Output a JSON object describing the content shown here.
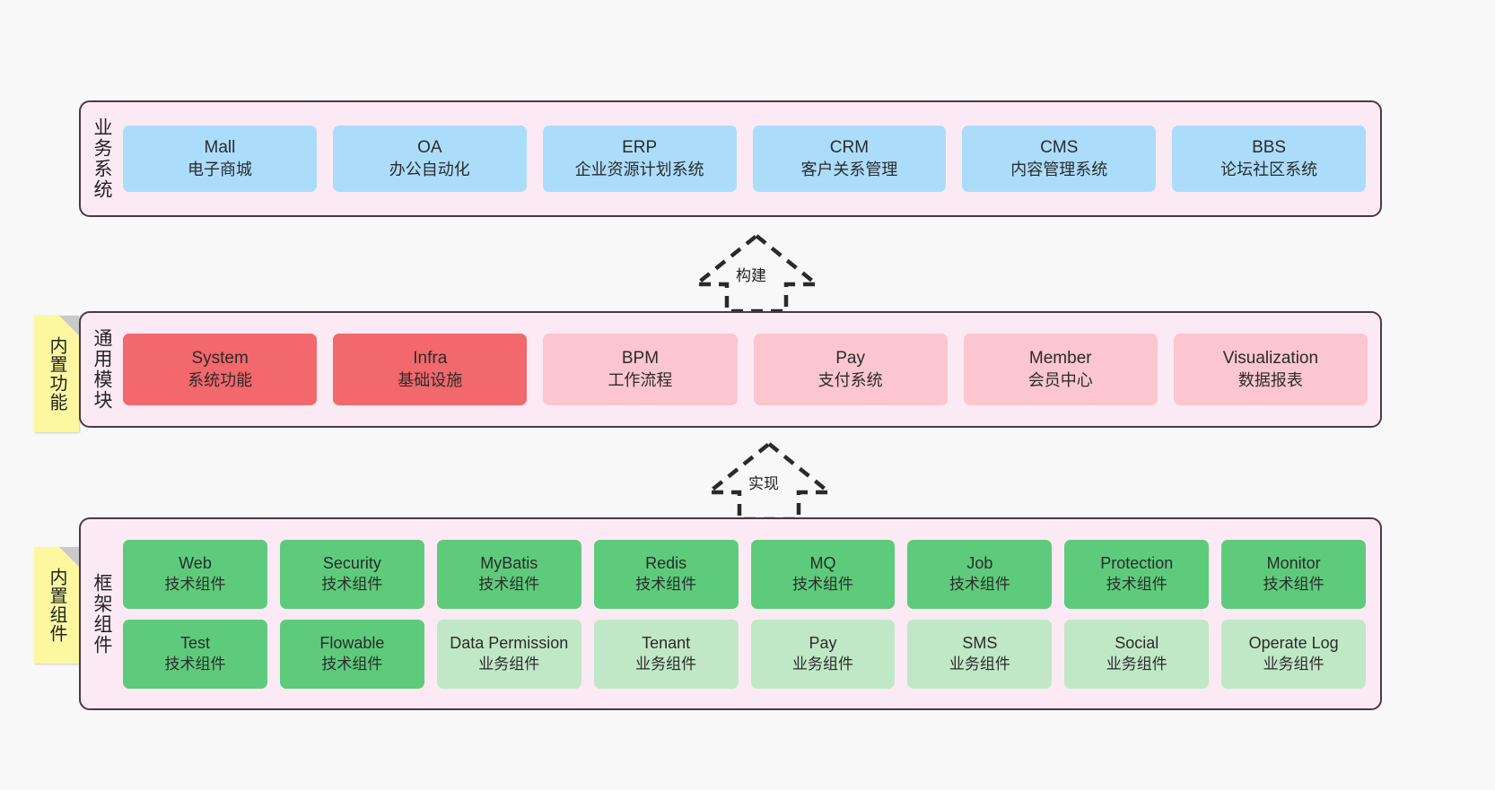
{
  "diagram": {
    "background_color": "#f8f8f8",
    "panel_color": "#fbeaf4",
    "panel_border_color": "#4a3a45",
    "sticky_color": "#fbf8a0"
  },
  "layers": {
    "business": {
      "title": "业务系统",
      "accent": "#abddfb",
      "cells": [
        {
          "name": "Mall",
          "sub": "电子商城"
        },
        {
          "name": "OA",
          "sub": "办公自动化"
        },
        {
          "name": "ERP",
          "sub": "企业资源计划系统"
        },
        {
          "name": "CRM",
          "sub": "客户关系管理"
        },
        {
          "name": "CMS",
          "sub": "内容管理系统"
        },
        {
          "name": "BBS",
          "sub": "论坛社区系统"
        }
      ]
    },
    "common": {
      "title": "通用模块",
      "sticky": "内置功能",
      "accent_strong": "#f2686c",
      "accent_soft": "#fbc6cf",
      "cells": [
        {
          "name": "System",
          "sub": "系统功能",
          "tone": "strong"
        },
        {
          "name": "Infra",
          "sub": "基础设施",
          "tone": "strong"
        },
        {
          "name": "BPM",
          "sub": "工作流程",
          "tone": "soft"
        },
        {
          "name": "Pay",
          "sub": "支付系统",
          "tone": "soft"
        },
        {
          "name": "Member",
          "sub": "会员中心",
          "tone": "soft"
        },
        {
          "name": "Visualization",
          "sub": "数据报表",
          "tone": "soft"
        }
      ]
    },
    "framework": {
      "title": "框架组件",
      "sticky": "内置组件",
      "accent_strong": "#5ecb7c",
      "accent_soft": "#c0e8c7",
      "row1": [
        {
          "name": "Web",
          "sub": "技术组件",
          "tone": "strong"
        },
        {
          "name": "Security",
          "sub": "技术组件",
          "tone": "strong"
        },
        {
          "name": "MyBatis",
          "sub": "技术组件",
          "tone": "strong"
        },
        {
          "name": "Redis",
          "sub": "技术组件",
          "tone": "strong"
        },
        {
          "name": "MQ",
          "sub": "技术组件",
          "tone": "strong"
        },
        {
          "name": "Job",
          "sub": "技术组件",
          "tone": "strong"
        },
        {
          "name": "Protection",
          "sub": "技术组件",
          "tone": "strong"
        },
        {
          "name": "Monitor",
          "sub": "技术组件",
          "tone": "strong"
        }
      ],
      "row2": [
        {
          "name": "Test",
          "sub": "技术组件",
          "tone": "strong"
        },
        {
          "name": "Flowable",
          "sub": "技术组件",
          "tone": "strong"
        },
        {
          "name": "Data Permission",
          "sub": "业务组件",
          "tone": "soft"
        },
        {
          "name": "Tenant",
          "sub": "业务组件",
          "tone": "soft"
        },
        {
          "name": "Pay",
          "sub": "业务组件",
          "tone": "soft"
        },
        {
          "name": "SMS",
          "sub": "业务组件",
          "tone": "soft"
        },
        {
          "name": "Social",
          "sub": "业务组件",
          "tone": "soft"
        },
        {
          "name": "Operate Log",
          "sub": "业务组件",
          "tone": "soft"
        }
      ]
    }
  },
  "arrows": [
    {
      "id": "build",
      "label": "构建",
      "style": "dashed-block-arrow-up"
    },
    {
      "id": "impl",
      "label": "实现",
      "style": "dashed-block-arrow-up"
    }
  ]
}
